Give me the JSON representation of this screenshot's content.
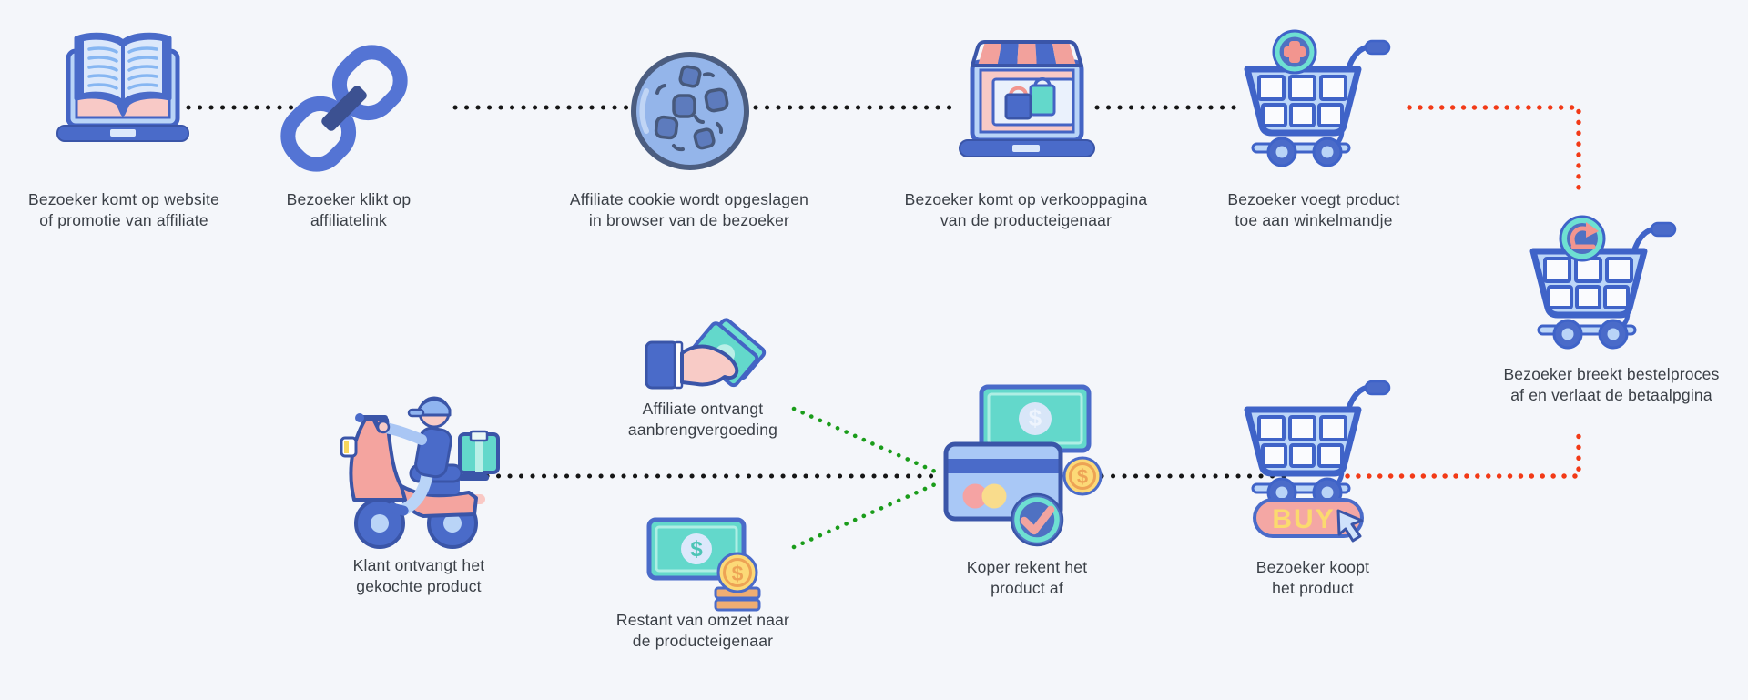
{
  "steps": {
    "visit_website": {
      "icon": "book-laptop-icon",
      "label": "Bezoeker komt op website\nof promotie van affiliate"
    },
    "click_link": {
      "icon": "chain-link-icon",
      "label": "Bezoeker klikt op\naffiliatelink"
    },
    "cookie_stored": {
      "icon": "cookie-icon",
      "label": "Affiliate cookie wordt opgeslagen\nin browser van de bezoeker"
    },
    "sales_page": {
      "icon": "shop-laptop-icon",
      "label": "Bezoeker komt op verkooppagina\nvan de producteigenaar"
    },
    "add_to_cart": {
      "icon": "cart-plus-icon",
      "label": "Bezoeker voegt product\ntoe aan winkelmandje"
    },
    "abandon_checkout": {
      "icon": "cart-return-icon",
      "label": "Bezoeker breekt bestelproces\naf en verlaat de betaalpgina"
    },
    "receive_product": {
      "icon": "delivery-scooter-icon",
      "label": "Klant ontvangt het\ngekochte product"
    },
    "affiliate_commission": {
      "icon": "hand-money-icon",
      "label": "Affiliate ontvangt\naanbrengvergoeding"
    },
    "owner_revenue": {
      "icon": "banknote-coin-icon",
      "label": "Restant van omzet naar\nde producteigenaar"
    },
    "checkout_payment": {
      "icon": "card-payment-icon",
      "label": "Koper rekent het\nproduct af"
    },
    "buy_product": {
      "icon": "cart-buy-icon",
      "label": "Bezoeker koopt\nhet product",
      "button_text": "BUY"
    }
  },
  "connectors": {
    "flow_dot_color": "#161616",
    "abandon_dot_color": "#f23a17",
    "payout_dot_color": "#1a9c1a"
  },
  "palette": {
    "background": "#f4f6fa",
    "primary_blue": "#4a6bc9",
    "light_blue": "#b9d4f7",
    "pale_blue": "#dce8fb",
    "pink": "#f2a19c",
    "light_pink": "#f8c9c6",
    "teal": "#63d8cb",
    "teal_ring": "#6ee0d2",
    "gold": "#fcd977",
    "text": "#3a3f46"
  }
}
